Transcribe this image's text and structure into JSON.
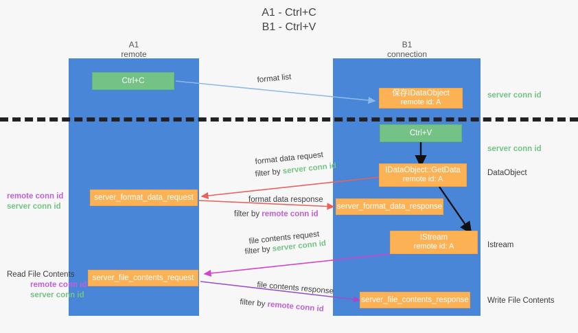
{
  "title": {
    "line1": "A1 - Ctrl+C",
    "line2": "B1 - Ctrl+V"
  },
  "columns": [
    {
      "name": "A1",
      "sub": "remote"
    },
    {
      "name": "B1",
      "sub": "connection"
    }
  ],
  "boxes": {
    "ctrl_c": "Ctrl+C",
    "ctrl_v": "Ctrl+V",
    "save_dataobject_l1": "保存IDataObject",
    "save_dataobject_l2": "remote id: A",
    "getdata_l1": "IDataObject::GetData",
    "getdata_l2": "remote id: A",
    "istream_l1": "IStream",
    "istream_l2": "remote id: A",
    "format_data_request": "server_format_data_request",
    "format_data_response": "server_format_data_response",
    "file_contents_request": "server_file_contents_request",
    "file_contents_response": "server_file_contents_response"
  },
  "arrow_labels": {
    "format_list": "format list",
    "format_data_request": "format data request",
    "filter_by": "filter by ",
    "server_conn_id": "server conn id",
    "remote_conn_id": "remote conn id",
    "format_data_response": "format data response",
    "file_contents_request": "file contents request",
    "file_contents_response": "file contents response"
  },
  "right_labels": {
    "server_conn_id_top": "server conn id",
    "server_conn_id_second": "server conn id",
    "dataobject": "DataObject",
    "istream": "Istream",
    "write_file_contents": "Write File Contents"
  },
  "left_labels": {
    "remote_conn_id": "remote conn id",
    "server_conn_id": "server conn id",
    "read_file_contents": "Read File Contents"
  },
  "colors": {
    "column_blue": "#4a86d8",
    "box_green": "#74c285",
    "box_orange": "#fcb254",
    "arrow_lightblue": "#8cb9e8",
    "arrow_red": "#e8625a",
    "arrow_magenta": "#d444c8",
    "arrow_purple": "#9b4fc8",
    "arrow_black": "#111111",
    "text_green": "#74c285",
    "text_purple": "#c060d8",
    "background": "#f7f7f7"
  }
}
